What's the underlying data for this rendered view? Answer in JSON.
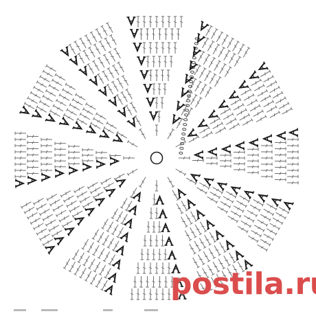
{
  "diagram": {
    "type": "crochet-round-chart",
    "sector_count": 12,
    "stitch_colors": {
      "double_crochet": "#6e6e6e",
      "increase_v": "#1b1b1b",
      "chain": "#444444",
      "center_ring": "#222222"
    }
  },
  "watermark": {
    "text": "postila.ru",
    "color": "#d63434"
  }
}
